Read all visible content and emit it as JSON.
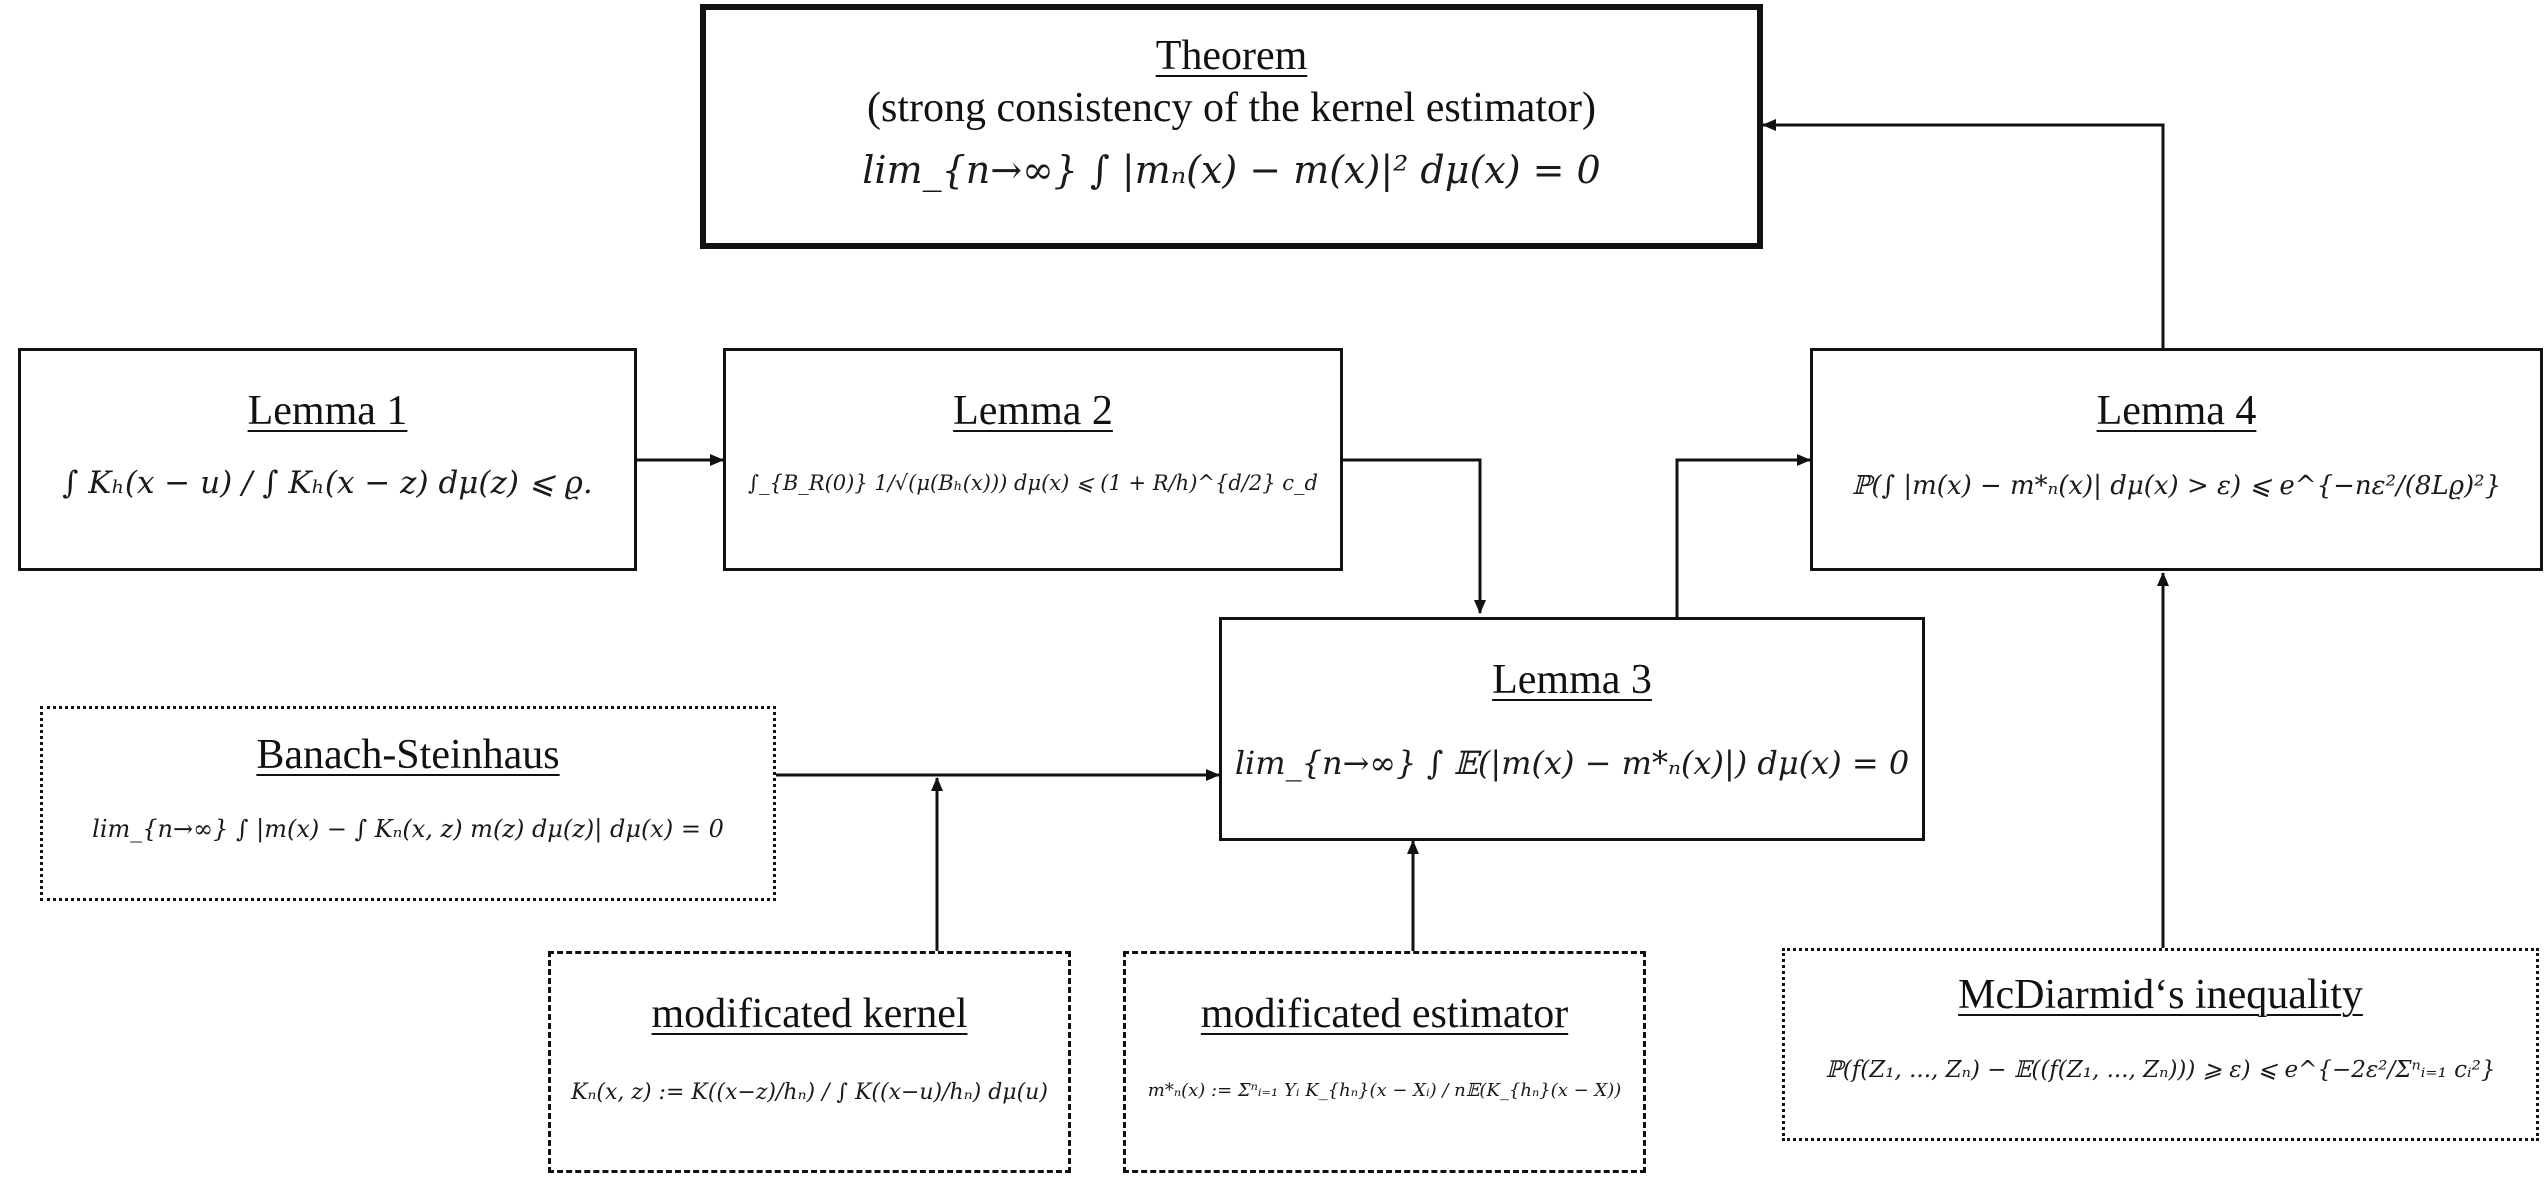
{
  "theorem": {
    "title": "Theorem",
    "subtitle": "(strong consistency of the kernel estimator)",
    "formula": "lim_{n→∞} ∫ |mₙ(x) − m(x)|² dμ(x) = 0"
  },
  "lemma1": {
    "title": "Lemma 1",
    "formula": "∫ Kₕ(x − u) / ∫ Kₕ(x − z) dμ(z) ⩽ ϱ."
  },
  "lemma2": {
    "title": "Lemma 2",
    "formula": "∫_{B_R(0)} 1/√(μ(Bₕ(x))) dμ(x) ⩽ (1 + R/h)^{d/2} c_d"
  },
  "lemma3": {
    "title": "Lemma 3",
    "formula": "lim_{n→∞} ∫ 𝔼(|m(x) − m*ₙ(x)|) dμ(x) = 0"
  },
  "lemma4": {
    "title": "Lemma 4",
    "formula": "ℙ(∫ |m(x) − m*ₙ(x)| dμ(x) > ε) ⩽ e^{−nε²/(8Lϱ)²}"
  },
  "banach": {
    "title": "Banach-Steinhaus",
    "formula": "lim_{n→∞} ∫ |m(x) − ∫ Kₙ(x, z) m(z) dμ(z)| dμ(x) = 0"
  },
  "mod_kernel": {
    "title": "modificated kernel",
    "formula": "Kₙ(x, z) := K((x−z)/hₙ) / ∫ K((x−u)/hₙ) dμ(u)"
  },
  "mod_estimator": {
    "title": "modificated estimator",
    "formula": "m*ₙ(x) := Σⁿᵢ₌₁ Yᵢ K_{hₙ}(x − Xᵢ) / n𝔼(K_{hₙ}(x − X))"
  },
  "mcdiarmid": {
    "title": "McDiarmid‘s inequality",
    "formula": "ℙ(f(Z₁, ..., Zₙ) − 𝔼((f(Z₁, ..., Zₙ))) ⩾ ε) ⩽ e^{−2ε²/Σⁿᵢ₌₁ cᵢ²}"
  }
}
